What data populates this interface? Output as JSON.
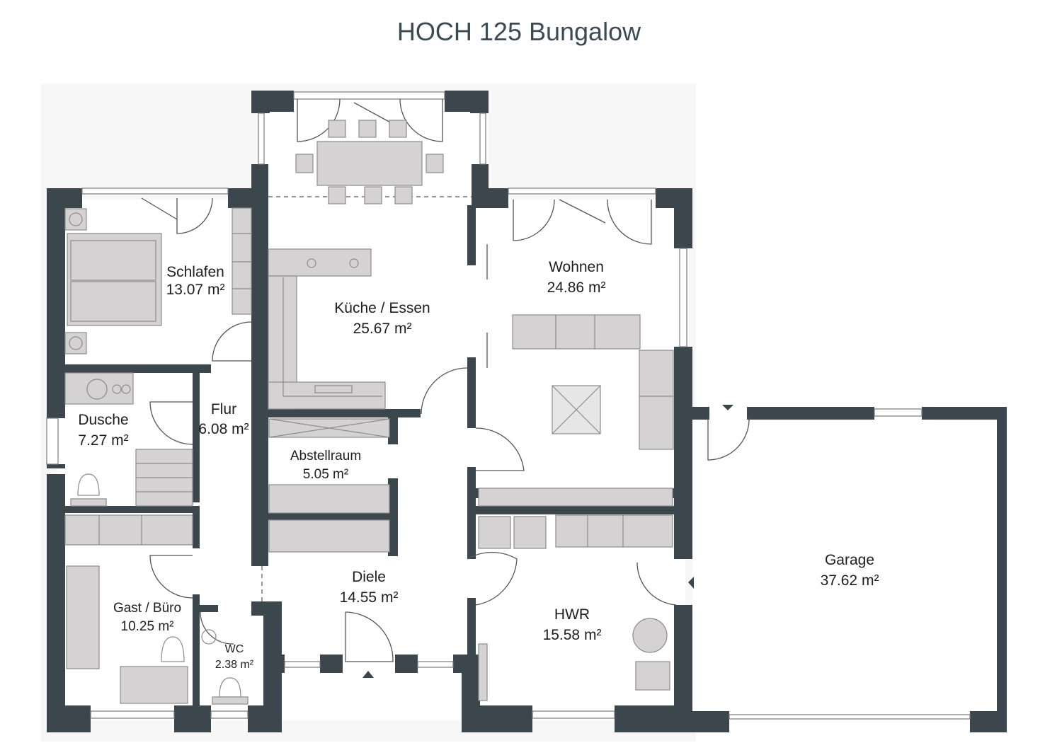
{
  "title": "HOCH 125 Bungalow",
  "rooms": {
    "schlafen": {
      "name": "Schlafen",
      "area": "13.07 m²"
    },
    "kueche": {
      "name": "Küche  /  Essen",
      "area": "25.67 m²"
    },
    "wohnen": {
      "name": "Wohnen",
      "area": "24.86 m²"
    },
    "dusche": {
      "name": "Dusche",
      "area": "7.27 m²"
    },
    "flur": {
      "name": "Flur",
      "area": "6.08 m²"
    },
    "abstellraum": {
      "name": "Abstellraum",
      "area": "5.05 m²"
    },
    "garage": {
      "name": "Garage",
      "area": "37.62 m²"
    },
    "diele": {
      "name": "Diele",
      "area": "14.55 m²"
    },
    "gast": {
      "name": "Gast / Büro",
      "area": "10.25 m²"
    },
    "hwr": {
      "name": "HWR",
      "area": "15.58 m²"
    },
    "wc": {
      "name": "WC",
      "area": "2.38 m²"
    }
  },
  "colors": {
    "wall": "#3b474d",
    "furniture": "#d4d2d2",
    "title": "#3c4a52"
  },
  "icons": [
    "entrance-arrow-icon",
    "garage-door-arrow-icon",
    "side-door-arrow-icon"
  ]
}
